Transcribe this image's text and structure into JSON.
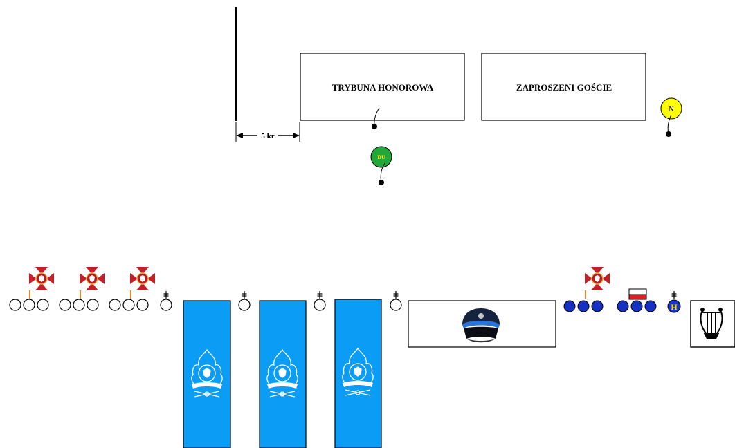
{
  "stands": {
    "honor": "TRYBUNA HONOROWA",
    "guests": "ZAPROSZENI GOŚCIE"
  },
  "distance_label": "5 kr",
  "markers": {
    "commander": {
      "label": "DU",
      "fill": "#22a83a",
      "text_color": "#ffe800"
    },
    "host": {
      "label": "N",
      "fill": "#ffff00",
      "text_color": "#1a1a66"
    },
    "band_leader": {
      "label": "H",
      "fill": "#1833c8",
      "text_color": "#ffd800"
    }
  },
  "icons": {
    "flags": "red-white-cross-flag-icon",
    "banners": "firefighter-emblem-banner-icon",
    "cap": "uniform-cap-icon",
    "lyre": "lyre-icon",
    "national_flag": "polish-flag-icon"
  },
  "colors": {
    "banner_blue": "#0b9cf6",
    "member_blue": "#1730c4",
    "flag_red": "#c4202a",
    "flag_orange": "#e48a2a",
    "line": "#000000"
  }
}
